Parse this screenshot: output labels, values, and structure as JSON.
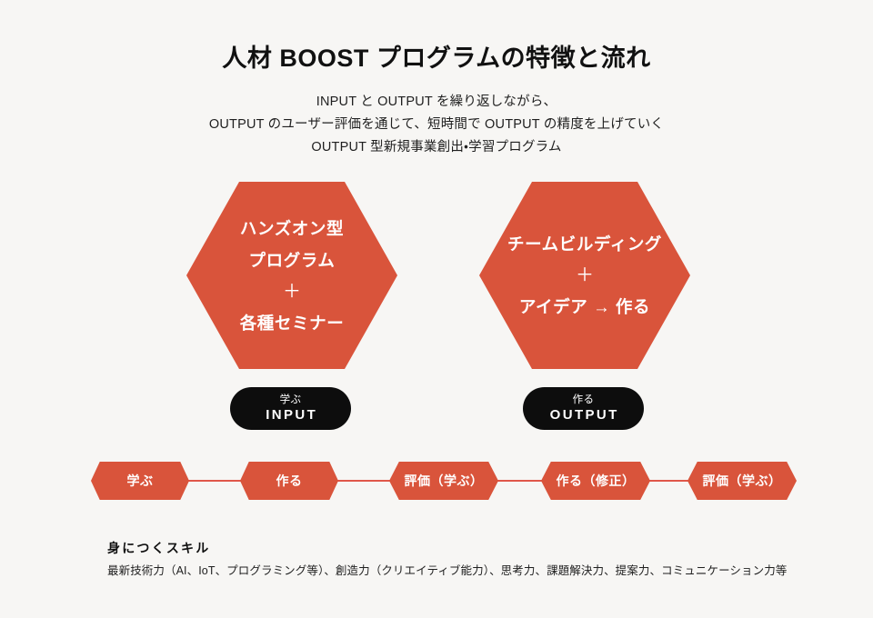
{
  "colors": {
    "background": "#f7f6f4",
    "accent": "#d9543b",
    "connector": "#e0574a",
    "pill": "#0d0d0d",
    "text": "#1a1a1a"
  },
  "header": {
    "title": "人材 BOOST プログラムの特徴と流れ",
    "subtitle_lines": [
      "INPUT と OUTPUT を繰り返しながら、",
      "OUTPUT のユーザー評価を通じて、短時間で OUTPUT の精度を上げていく",
      "OUTPUT 型新規事業創出・学習プログラム"
    ]
  },
  "hexagons": [
    {
      "id": "hands-on",
      "lines": [
        "ハンズオン型",
        "プログラム"
      ],
      "plus": "＋",
      "lines_after": [
        "各種セミナー"
      ]
    },
    {
      "id": "team-building",
      "lines": [
        "チームビルディング"
      ],
      "plus": "＋",
      "lines_after": [
        "アイデア → 作る"
      ]
    }
  ],
  "pills": [
    {
      "id": "input",
      "sub": "学ぶ",
      "main": "INPUT"
    },
    {
      "id": "output",
      "sub": "作る",
      "main": "OUTPUT"
    }
  ],
  "flow": {
    "steps": [
      {
        "label": "学ぶ"
      },
      {
        "label": "作る"
      },
      {
        "label": "評価（学ぶ）"
      },
      {
        "label": "作る（修正）"
      },
      {
        "label": "評価（学ぶ）"
      }
    ]
  },
  "skills": {
    "heading": "身につくスキル",
    "body": "最新技術力（AI、IoT、プログラミング等）、創造力（クリエイティブ能力）、思考力、課題解決力、提案力、コミュニケーション力等"
  }
}
